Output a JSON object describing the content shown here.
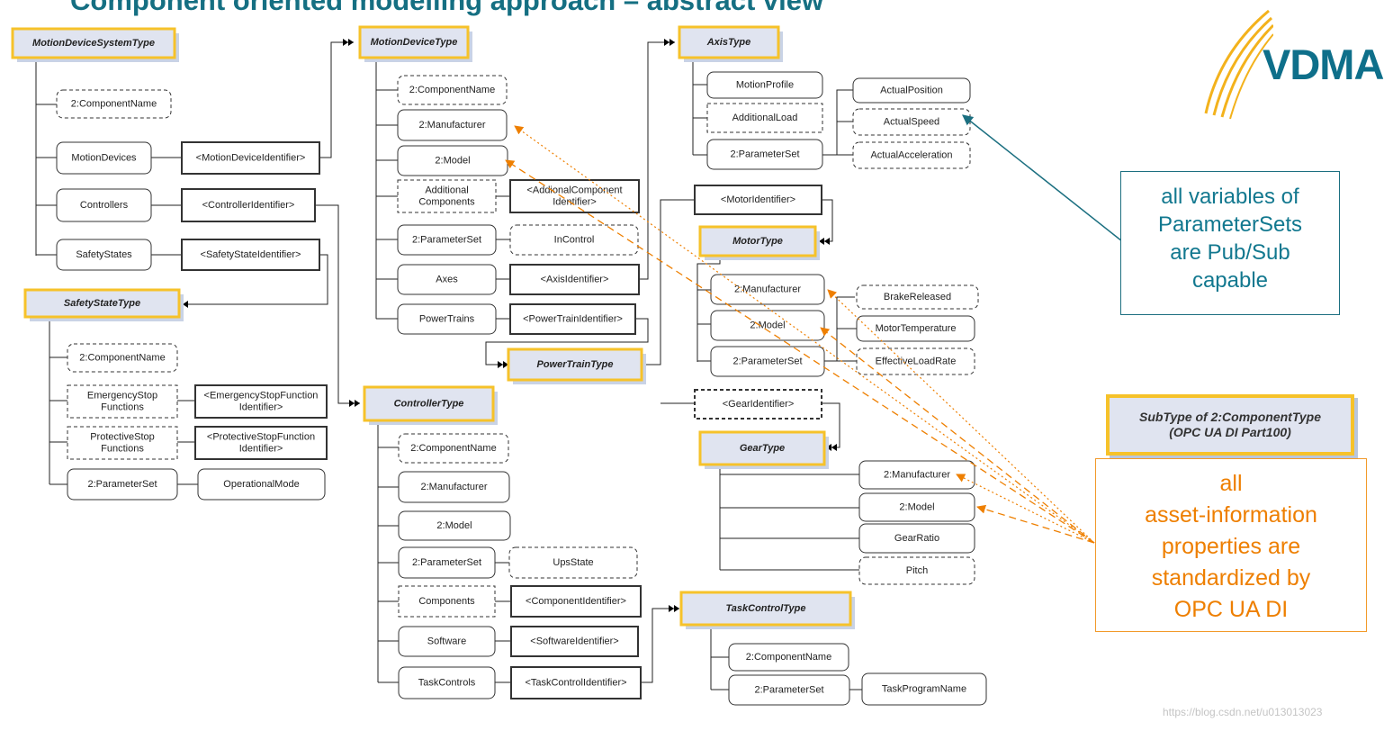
{
  "title": "Component oriented modelling approach – abstract view",
  "logo_text": "VDMA",
  "colors": {
    "accent_teal": "#156f82",
    "highlight_orange": "#ee7f00",
    "type_border": "#f6c22a",
    "type_fill": "#e0e4f0"
  },
  "nodes": {
    "msys_type": "MotionDeviceSystemType",
    "msys_compname": "2:ComponentName",
    "msys_motiondevices": "MotionDevices",
    "msys_mdid": "<MotionDeviceIdentifier>",
    "msys_controllers": "Controllers",
    "msys_ctrlid": "<ControllerIdentifier>",
    "msys_safetystates": "SafetyStates",
    "msys_ssid": "<SafetyStateIdentifier>",
    "ss_type": "SafetyStateType",
    "ss_compname": "2:ComponentName",
    "ss_esf": [
      "EmergencyStop",
      "Functions"
    ],
    "ss_esfid": [
      "<EmergencyStopFunction",
      "Identifier>"
    ],
    "ss_psf": [
      "ProtectiveStop",
      "Functions"
    ],
    "ss_psfid": [
      "<ProtectiveStopFunction",
      "Identifier>"
    ],
    "ss_paramset": "2:ParameterSet",
    "ss_opmode": "OperationalMode",
    "md_type": "MotionDeviceType",
    "md_compname": "2:ComponentName",
    "md_manufacturer": "2:Manufacturer",
    "md_model": "2:Model",
    "md_addcomp": [
      "Additional",
      "Components"
    ],
    "md_addcompid": [
      "<AddionalComponent",
      "Identifier>"
    ],
    "md_paramset": "2:ParameterSet",
    "md_incontrol": "InControl",
    "md_axes": "Axes",
    "md_axisid": "<AxisIdentifier>",
    "md_powertrains": "PowerTrains",
    "md_ptid": "<PowerTrainIdentifier>",
    "ax_type": "AxisType",
    "ax_motionprofile": "MotionProfile",
    "ax_addload": "AdditionalLoad",
    "ax_paramset": "2:ParameterSet",
    "ax_actpos": "ActualPosition",
    "ax_actspeed": "ActualSpeed",
    "ax_actacc": "ActualAcceleration",
    "pt_type": "PowerTrainType",
    "pt_motorid": "<MotorIdentifier>",
    "mt_type": "MotorType",
    "mt_manufacturer": "2:Manufacturer",
    "mt_model": "2:Model",
    "mt_paramset": "2:ParameterSet",
    "mt_brake": "BrakeReleased",
    "mt_temp": "MotorTemperature",
    "mt_effload": "EffectiveLoadRate",
    "pt_gearid": "<GearIdentifier>",
    "gt_type": "GearType",
    "gt_manufacturer": "2:Manufacturer",
    "gt_model": "2:Model",
    "gt_ratio": "GearRatio",
    "gt_pitch": "Pitch",
    "ct_type": "ControllerType",
    "ct_compname": "2:ComponentName",
    "ct_manufacturer": "2:Manufacturer",
    "ct_model": "2:Model",
    "ct_paramset": "2:ParameterSet",
    "ct_upsstate": "UpsState",
    "ct_components": "Components",
    "ct_compid": "<ComponentIdentifier>",
    "ct_software": "Software",
    "ct_swid": "<SoftwareIdentifier>",
    "ct_taskcontrols": "TaskControls",
    "ct_tcid": "<TaskControlIdentifier>",
    "tc_type": "TaskControlType",
    "tc_compname": "2:ComponentName",
    "tc_paramset": "2:ParameterSet",
    "tc_progname": "TaskProgramName"
  },
  "note_parametersets": [
    "all variables of",
    "ParameterSets",
    "are Pub/Sub",
    "capable"
  ],
  "subtype_label": [
    "SubType of 2:ComponentType",
    "(OPC UA DI Part100)"
  ],
  "note_asset_info": [
    "all",
    "asset-information",
    "properties are",
    "standardized by",
    "OPC UA DI"
  ],
  "watermark": "https://blog.csdn.net/u013013023"
}
